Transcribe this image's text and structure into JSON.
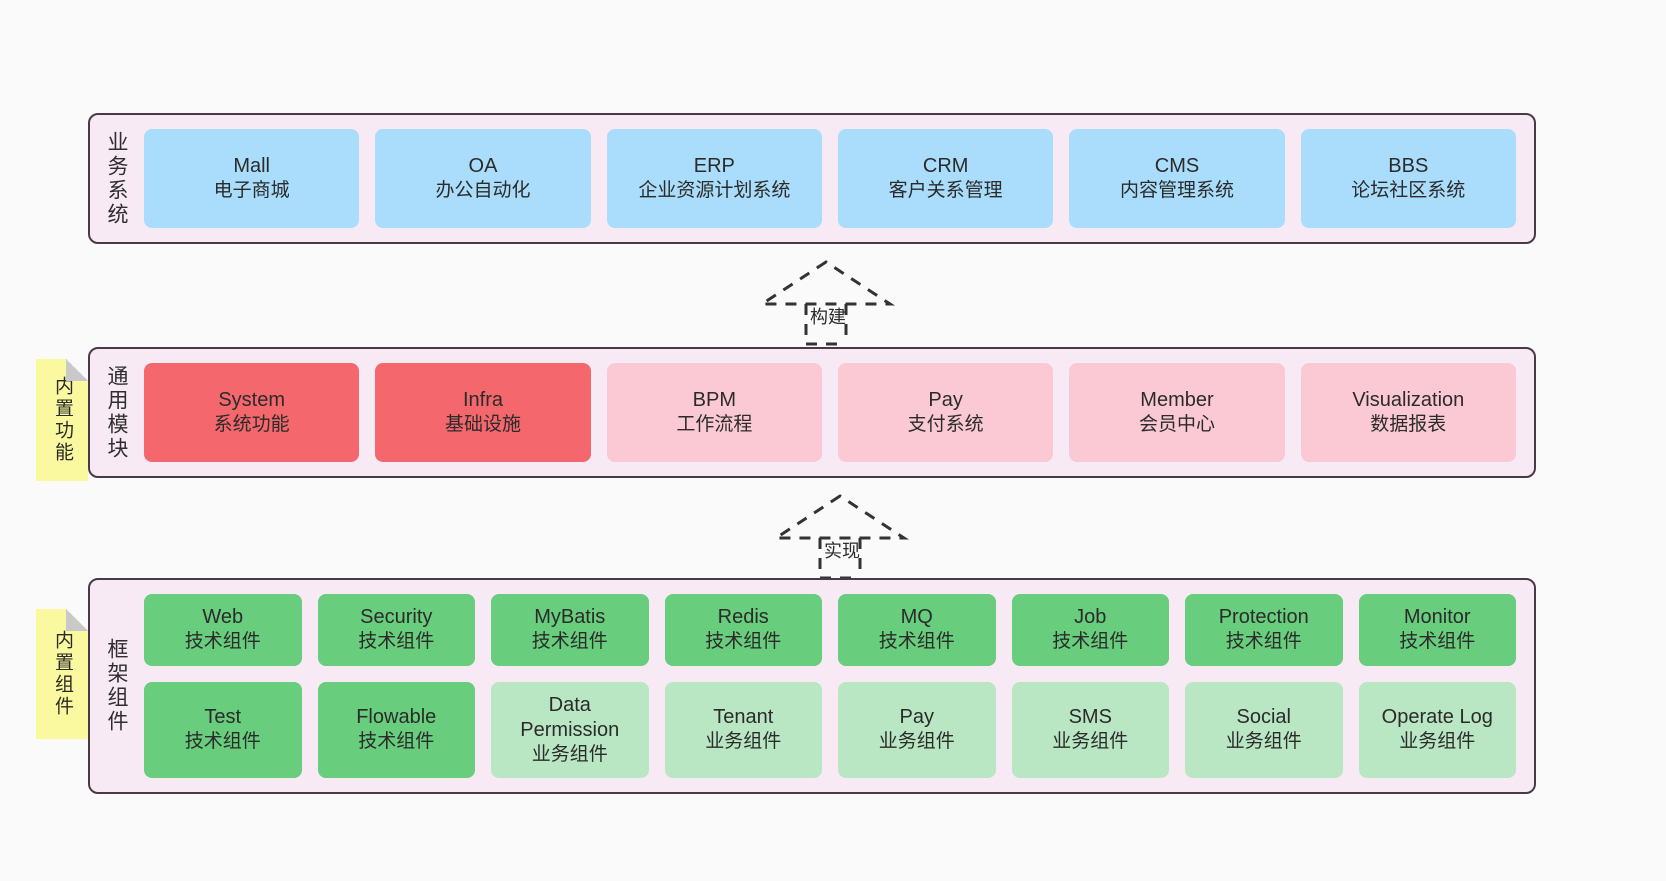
{
  "layers": [
    {
      "id": "business-system",
      "title": "业务系统",
      "rows": [
        {
          "cards": [
            {
              "name": "Mall",
              "sub": "电子商城",
              "color": "#a9ddfb",
              "style": "c-blue"
            },
            {
              "name": "OA",
              "sub": "办公自动化",
              "color": "#a9ddfb",
              "style": "c-blue"
            },
            {
              "name": "ERP",
              "sub": "企业资源计划系统",
              "color": "#a9ddfb",
              "style": "c-blue"
            },
            {
              "name": "CRM",
              "sub": "客户关系管理",
              "color": "#a9ddfb",
              "style": "c-blue"
            },
            {
              "name": "CMS",
              "sub": "内容管理系统",
              "color": "#a9ddfb",
              "style": "c-blue"
            },
            {
              "name": "BBS",
              "sub": "论坛社区系统",
              "color": "#a9ddfb",
              "style": "c-blue"
            }
          ]
        }
      ]
    },
    {
      "id": "common-module",
      "title": "通用模块",
      "sticky": "内置功能",
      "rows": [
        {
          "cards": [
            {
              "name": "System",
              "sub": "系统功能",
              "color": "#f4676d",
              "style": "c-red"
            },
            {
              "name": "Infra",
              "sub": "基础设施",
              "color": "#f4676d",
              "style": "c-red"
            },
            {
              "name": "BPM",
              "sub": "工作流程",
              "color": "#fbc9d4",
              "style": "c-pink"
            },
            {
              "name": "Pay",
              "sub": "支付系统",
              "color": "#fbc9d4",
              "style": "c-pink"
            },
            {
              "name": "Member",
              "sub": "会员中心",
              "color": "#fbc9d4",
              "style": "c-pink"
            },
            {
              "name": "Visualization",
              "sub": "数据报表",
              "color": "#fbc9d4",
              "style": "c-pink"
            }
          ]
        }
      ]
    },
    {
      "id": "framework-component",
      "title": "框架组件",
      "sticky": "内置组件",
      "rows": [
        {
          "cards": [
            {
              "name": "Web",
              "sub": "技术组件",
              "color": "#68cd7c",
              "style": "c-green"
            },
            {
              "name": "Security",
              "sub": "技术组件",
              "color": "#68cd7c",
              "style": "c-green"
            },
            {
              "name": "MyBatis",
              "sub": "技术组件",
              "color": "#68cd7c",
              "style": "c-green"
            },
            {
              "name": "Redis",
              "sub": "技术组件",
              "color": "#68cd7c",
              "style": "c-green"
            },
            {
              "name": "MQ",
              "sub": "技术组件",
              "color": "#68cd7c",
              "style": "c-green"
            },
            {
              "name": "Job",
              "sub": "技术组件",
              "color": "#68cd7c",
              "style": "c-green"
            },
            {
              "name": "Protection",
              "sub": "技术组件",
              "color": "#68cd7c",
              "style": "c-green"
            },
            {
              "name": "Monitor",
              "sub": "技术组件",
              "color": "#68cd7c",
              "style": "c-green"
            }
          ]
        },
        {
          "cards": [
            {
              "name": "Test",
              "sub": "技术组件",
              "color": "#68cd7c",
              "style": "c-green"
            },
            {
              "name": "Flowable",
              "sub": "技术组件",
              "color": "#68cd7c",
              "style": "c-green"
            },
            {
              "name": "Data Permission",
              "sub": "业务组件",
              "color": "#b9e7c3",
              "style": "c-lightgreen"
            },
            {
              "name": "Tenant",
              "sub": "业务组件",
              "color": "#b9e7c3",
              "style": "c-lightgreen"
            },
            {
              "name": "Pay",
              "sub": "业务组件",
              "color": "#b9e7c3",
              "style": "c-lightgreen"
            },
            {
              "name": "SMS",
              "sub": "业务组件",
              "color": "#b9e7c3",
              "style": "c-lightgreen"
            },
            {
              "name": "Social",
              "sub": "业务组件",
              "color": "#b9e7c3",
              "style": "c-lightgreen"
            },
            {
              "name": "Operate Log",
              "sub": "业务组件",
              "color": "#b9e7c3",
              "style": "c-lightgreen"
            }
          ]
        }
      ]
    }
  ],
  "connectors": [
    {
      "id": "build",
      "label": "构建"
    },
    {
      "id": "implement",
      "label": "实现"
    }
  ],
  "colors": {
    "panel_bg": "#f8eaf4",
    "panel_border": "#4a3a48",
    "canvas_bg": "#fafafa",
    "sticky_bg": "#fbf9a0",
    "sticky_fold": "#c9c9c9",
    "connector_stroke": "#333333"
  }
}
